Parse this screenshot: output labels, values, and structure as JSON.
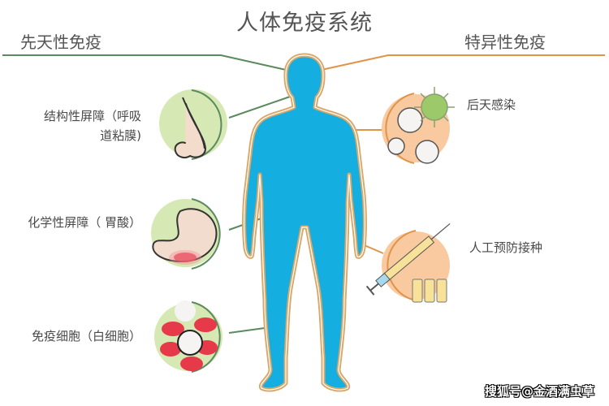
{
  "title": "人体免疫系统",
  "innate": {
    "heading": "先天性免疫",
    "color": "#5a8a5e",
    "items": [
      {
        "label_line1": "结构性屏障（呼吸",
        "label_line2": "道粘膜)",
        "icon": "nose-icon"
      },
      {
        "label": "化学性屏障（ 胃酸）",
        "icon": "stomach-icon"
      },
      {
        "label": "免疫细胞（白细胞）",
        "icon": "blood-cells-icon"
      }
    ]
  },
  "adaptive": {
    "heading": "特异性免疫",
    "color": "#e0944a",
    "items": [
      {
        "label": "后天感染",
        "icon": "virus-cells-icon"
      },
      {
        "label": "人工预防接种",
        "icon": "syringe-vaccine-icon"
      }
    ]
  },
  "colors": {
    "body_fill": "#14aee0",
    "body_outline": "#d8a86a",
    "innate_circle": "#d6e8b4",
    "adaptive_circle": "#f9c9a0",
    "blood_red": "#e63a4a",
    "virus_green": "#9cc96a"
  },
  "watermark": "搜狐号@金酒满虫草"
}
